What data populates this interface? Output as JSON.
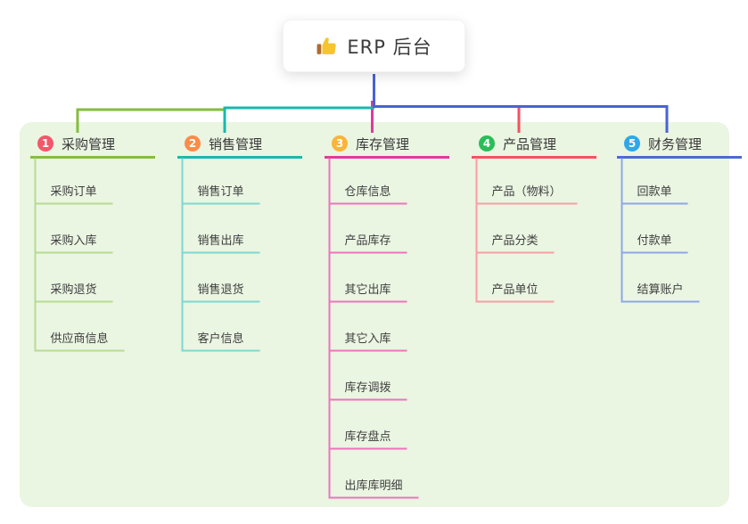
{
  "root": {
    "label": "ERP 后台",
    "icon": "thumbs-up-icon",
    "connector_color": "#4a63d3"
  },
  "panel": {
    "background": "#eaf5e2"
  },
  "branches": [
    {
      "index": "1",
      "label": "采购管理",
      "badge_color": "#f2586a",
      "line_color": "#85bd3f",
      "child_line_color": "#b7db92",
      "children": [
        "采购订单",
        "采购入库",
        "采购退货",
        "供应商信息"
      ]
    },
    {
      "index": "2",
      "label": "销售管理",
      "badge_color": "#fb8c49",
      "line_color": "#17b9ae",
      "child_line_color": "#7ed8d0",
      "children": [
        "销售订单",
        "销售出库",
        "销售退货",
        "客户信息"
      ]
    },
    {
      "index": "3",
      "label": "库存管理",
      "badge_color": "#f9b53a",
      "line_color": "#e1399b",
      "child_line_color": "#ee74bc",
      "children": [
        "仓库信息",
        "产品库存",
        "其它出库",
        "其它入库",
        "库存调拨",
        "库存盘点",
        "出库库明细"
      ]
    },
    {
      "index": "4",
      "label": "产品管理",
      "badge_color": "#2abd58",
      "line_color": "#f4525f",
      "child_line_color": "#f79fa4",
      "children": [
        "产品（物料）",
        "产品分类",
        "产品单位"
      ]
    },
    {
      "index": "5",
      "label": "财务管理",
      "badge_color": "#2fa7e9",
      "line_color": "#4a6ad6",
      "child_line_color": "#8ea6e8",
      "children": [
        "回款单",
        "付款单",
        "结算账户"
      ]
    }
  ]
}
